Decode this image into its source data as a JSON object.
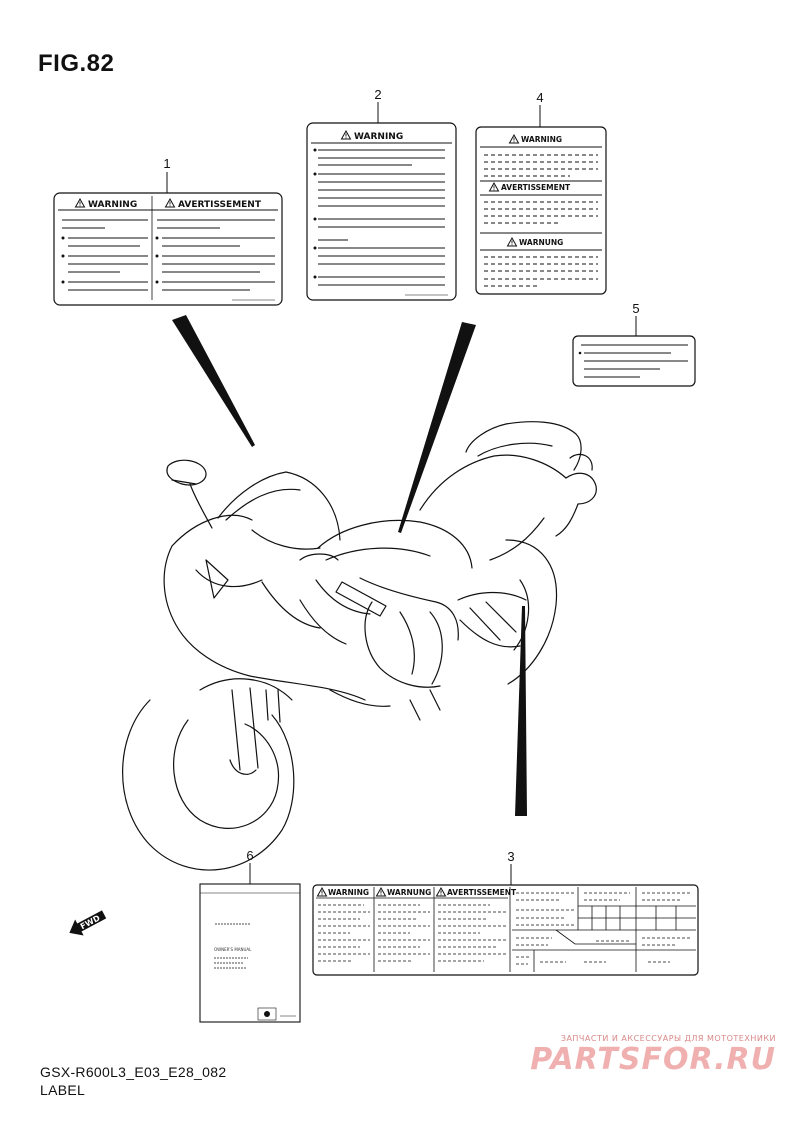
{
  "figure": {
    "title": "FIG.82"
  },
  "callouts": {
    "c1": "1",
    "c2": "2",
    "c3": "3",
    "c4": "4",
    "c5": "5",
    "c6": "6"
  },
  "labels": {
    "warning": "WARNING",
    "avertissement": "AVERTISSEMENT",
    "warnung": "WARNUNG",
    "owners_manual": "OWNER'S MANUAL"
  },
  "fwd_label": "FWD",
  "footer": {
    "code": "GSX-R600L3_E03_E28_082",
    "section": "LABEL"
  },
  "watermark": {
    "tagline": "ЗАПЧАСТИ И АКСЕССУАРЫ ДЛЯ МОТОТЕХНИКИ",
    "brand": "PARTSFOR.RU"
  },
  "icons": [
    "warning-triangle-icon",
    "fwd-arrow-icon"
  ]
}
